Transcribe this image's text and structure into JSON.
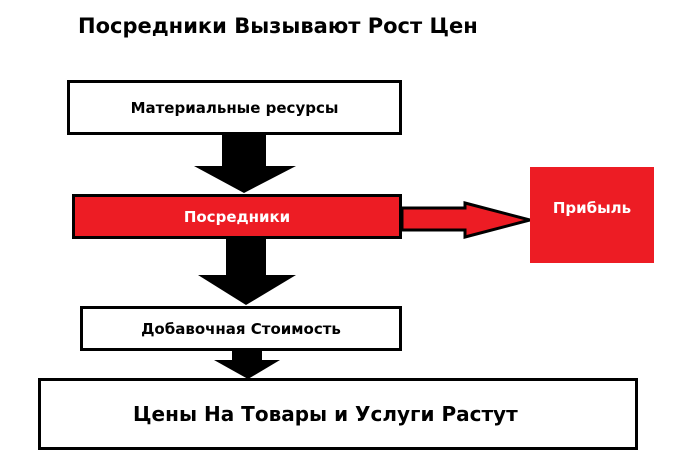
{
  "title": "Посредники Вызывают Рост Цен",
  "boxes": {
    "materials": "Материальные ресурсы",
    "intermediaries": "Посредники",
    "profit": "Прибыль",
    "added_value": "Добавочная Стоимость",
    "prices": "Цены На Товары и Услуги Растут"
  },
  "colors": {
    "accent_red": "#ed1c24",
    "arrow_black": "#000000",
    "background": "#ffffff"
  },
  "icons": {
    "price_up": "arrow-up-icon"
  }
}
